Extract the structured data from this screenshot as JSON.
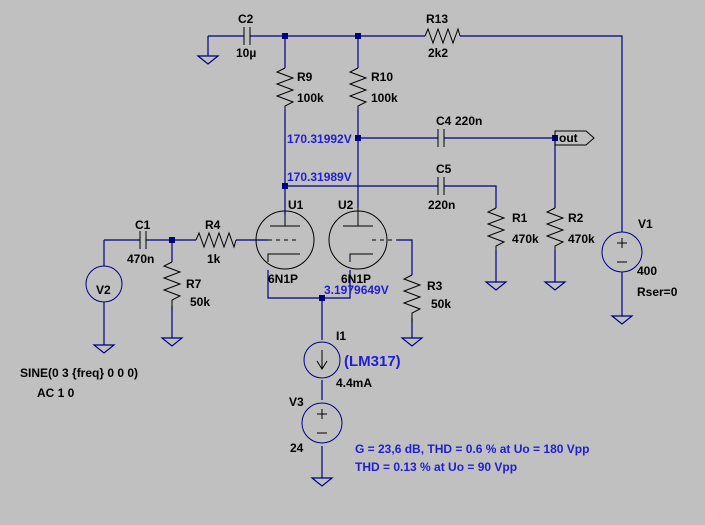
{
  "components": {
    "c2": {
      "name": "C2",
      "value": "10µ"
    },
    "r13": {
      "name": "R13",
      "value": "2k2"
    },
    "r9": {
      "name": "R9",
      "value": "100k"
    },
    "r10": {
      "name": "R10",
      "value": "100k"
    },
    "c4": {
      "name": "C4",
      "value": "220n"
    },
    "c5": {
      "name": "C5",
      "value": "220n"
    },
    "c1": {
      "name": "C1",
      "value": "470n"
    },
    "r4": {
      "name": "R4",
      "value": "1k"
    },
    "u1": {
      "name": "U1",
      "model": "6N1P"
    },
    "u2": {
      "name": "U2",
      "model": "6N1P"
    },
    "r1": {
      "name": "R1",
      "value": "470k"
    },
    "r2": {
      "name": "R2",
      "value": "470k"
    },
    "r7": {
      "name": "R7",
      "value": "50k"
    },
    "r3": {
      "name": "R3",
      "value": "50k"
    },
    "v1": {
      "name": "V1",
      "value": "400",
      "rser": "Rser=0"
    },
    "v2": {
      "name": "V2",
      "spec": "SINE(0 3 {freq} 0 0 0)",
      "ac": "AC 1 0"
    },
    "i1": {
      "name": "I1",
      "label": "(LM317)",
      "value": "4.4mA"
    },
    "v3": {
      "name": "V3",
      "value": "24"
    }
  },
  "voltages": {
    "plate2": "170.31992V",
    "plate1": "170.31989V",
    "cathode": "3.1979649V"
  },
  "port": {
    "label": "out"
  },
  "notes": {
    "line1": "G = 23,6 dB, THD =  0.6 %  at  Uo = 180 Vpp",
    "line2": "THD = 0.13 % at  Uo = 90 Vpp"
  }
}
